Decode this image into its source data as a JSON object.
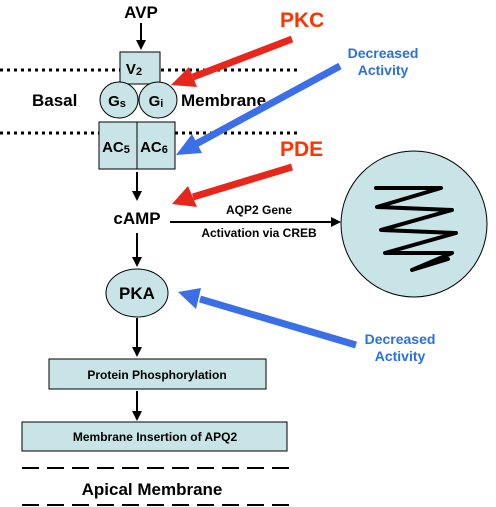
{
  "labels": {
    "avp": "AVP",
    "v2": "V",
    "v2_sub": "2",
    "gs": "G",
    "gs_sub": "s",
    "gi": "G",
    "gi_sub": "i",
    "basal": "Basal",
    "membrane": "Membrane",
    "ac5": "AC",
    "ac5_sub": "5",
    "ac6": "AC",
    "ac6_sub": "6",
    "camp": "cAMP",
    "aqp2_line1": "AQP2 Gene",
    "aqp2_line2": "Activation via CREB",
    "pka": "PKA",
    "protein_phosphorylation": "Protein Phosphorylation",
    "membrane_insertion": "Membrane Insertion of APQ2",
    "apical_membrane": "Apical Membrane",
    "pkc": "PKC",
    "pde": "PDE",
    "decreased1_line1": "Decreased",
    "decreased1_line2": "Activity",
    "decreased2_line1": "Decreased",
    "decreased2_line2": "Activity"
  },
  "colors": {
    "box_fill": "#c8e4e6",
    "red": "#e8271c",
    "red_text": "#ff3300",
    "blue": "#3b6fe8",
    "blue_text": "#2a6ee8",
    "black": "#000000"
  }
}
